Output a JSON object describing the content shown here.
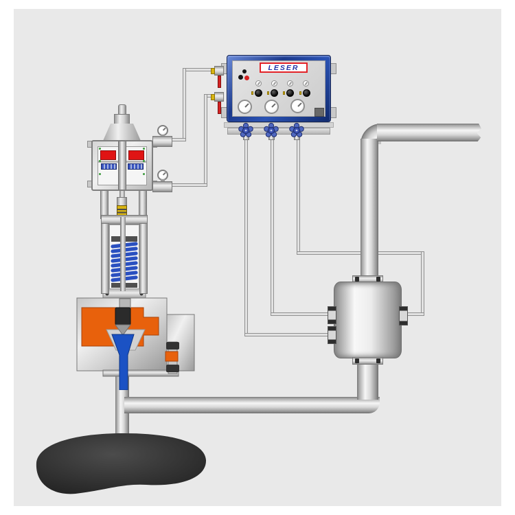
{
  "brand": {
    "logo_text": "LESER"
  },
  "panel": {
    "leds": [
      "black",
      "black",
      "red"
    ],
    "small_knob_count": 4,
    "black_knob_count": 4,
    "gauge_count": 3,
    "hand_valve_count": 3
  },
  "colors": {
    "background": "#e9e9e9",
    "panel_frame_blue": "#2a4fae",
    "logo_blue": "#2433a8",
    "logo_red": "#e32227",
    "indicator_red": "#d42222",
    "indicator_yellow": "#d8b411",
    "actuator_red": "#e01414",
    "spring_blue": "#2a50c0",
    "flow_blue": "#1b52c4",
    "body_orange": "#e8610c",
    "sump_dark": "#2e2e2e"
  },
  "components": {
    "control_panel": "gas control panel with gauges and hand valves",
    "actuator": "pilot diaphragm actuator with two pressure gauges",
    "spring_bonnet": "spring bonnet with coil spring",
    "valve_body": "safety valve body cross-section",
    "vessel": "pressure vessel",
    "discharge_pipe": "discharge pipe to vessel",
    "sump": "dark sump tank",
    "sensing_line_count": 3
  }
}
